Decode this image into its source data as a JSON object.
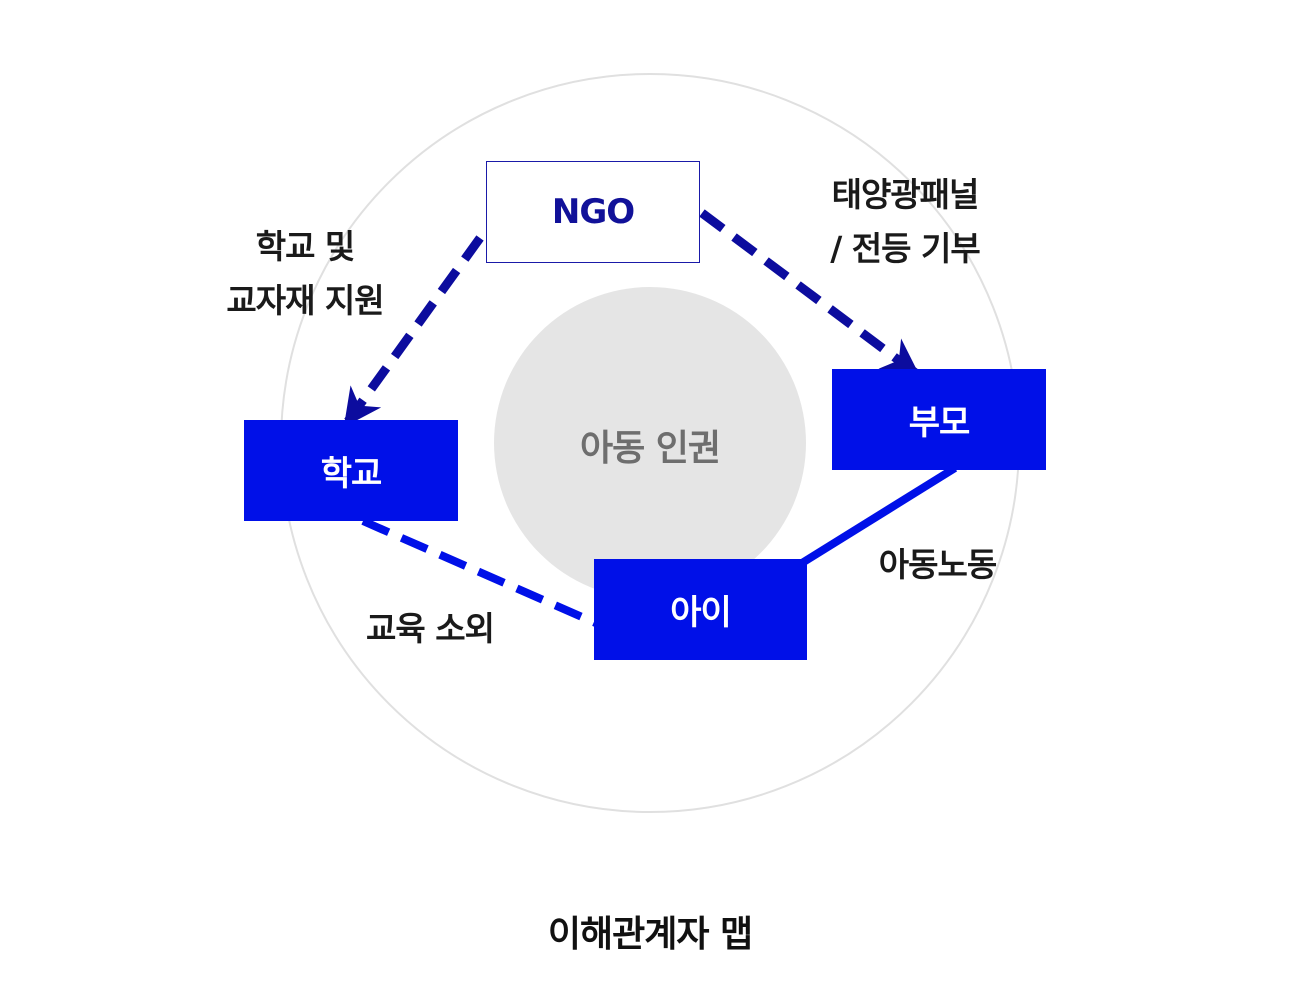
{
  "title": "이해관계자 맵",
  "center": {
    "label": "아동 인권"
  },
  "nodes": {
    "ngo": "NGO",
    "parent": "부모",
    "school": "학교",
    "child": "아이"
  },
  "edges": {
    "ngo_to_school": {
      "line1": "학교 및",
      "line2": "교자재 지원"
    },
    "ngo_to_parent": {
      "line1": "태양광패널",
      "line2": "/ 전등 기부"
    },
    "parent_child": {
      "label": "아동노동"
    },
    "school_child": {
      "label": "교육 소외"
    }
  },
  "colors": {
    "filled_box": "#0010e8",
    "arrow": "#0c0c9e",
    "center_circle": "#e5e5e5",
    "outer_ring": "#e0e0e0"
  }
}
